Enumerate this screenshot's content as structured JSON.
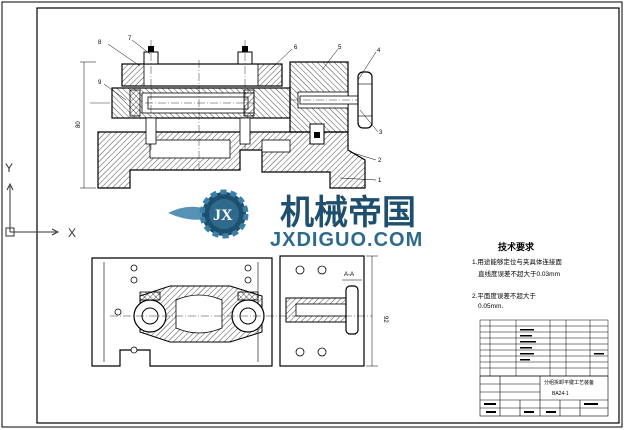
{
  "part_numbers": [
    "8",
    "7",
    "6",
    "5",
    "4",
    "9",
    "3",
    "2",
    "1"
  ],
  "dimensions": {
    "front_height": "80",
    "plan_width": "92"
  },
  "section_mark": "A-A",
  "ucs": {
    "y_label": "Y",
    "x_label": "X"
  },
  "watermark": {
    "logo_text": "JX",
    "brand_cn": "机械帝国",
    "brand_en": "JXDIGUO.COM"
  },
  "tech_requirements": {
    "title": "技术要求",
    "items": [
      "1.用途能够定位与夹具体连接面",
      "直线度误差不超大于0.03mm",
      "2.平面度误差不超大于",
      "0.05mm."
    ]
  },
  "title_block": {
    "name_line_1": "分组拆卸平键工艺装备",
    "name_line_2": "BA24-1"
  }
}
